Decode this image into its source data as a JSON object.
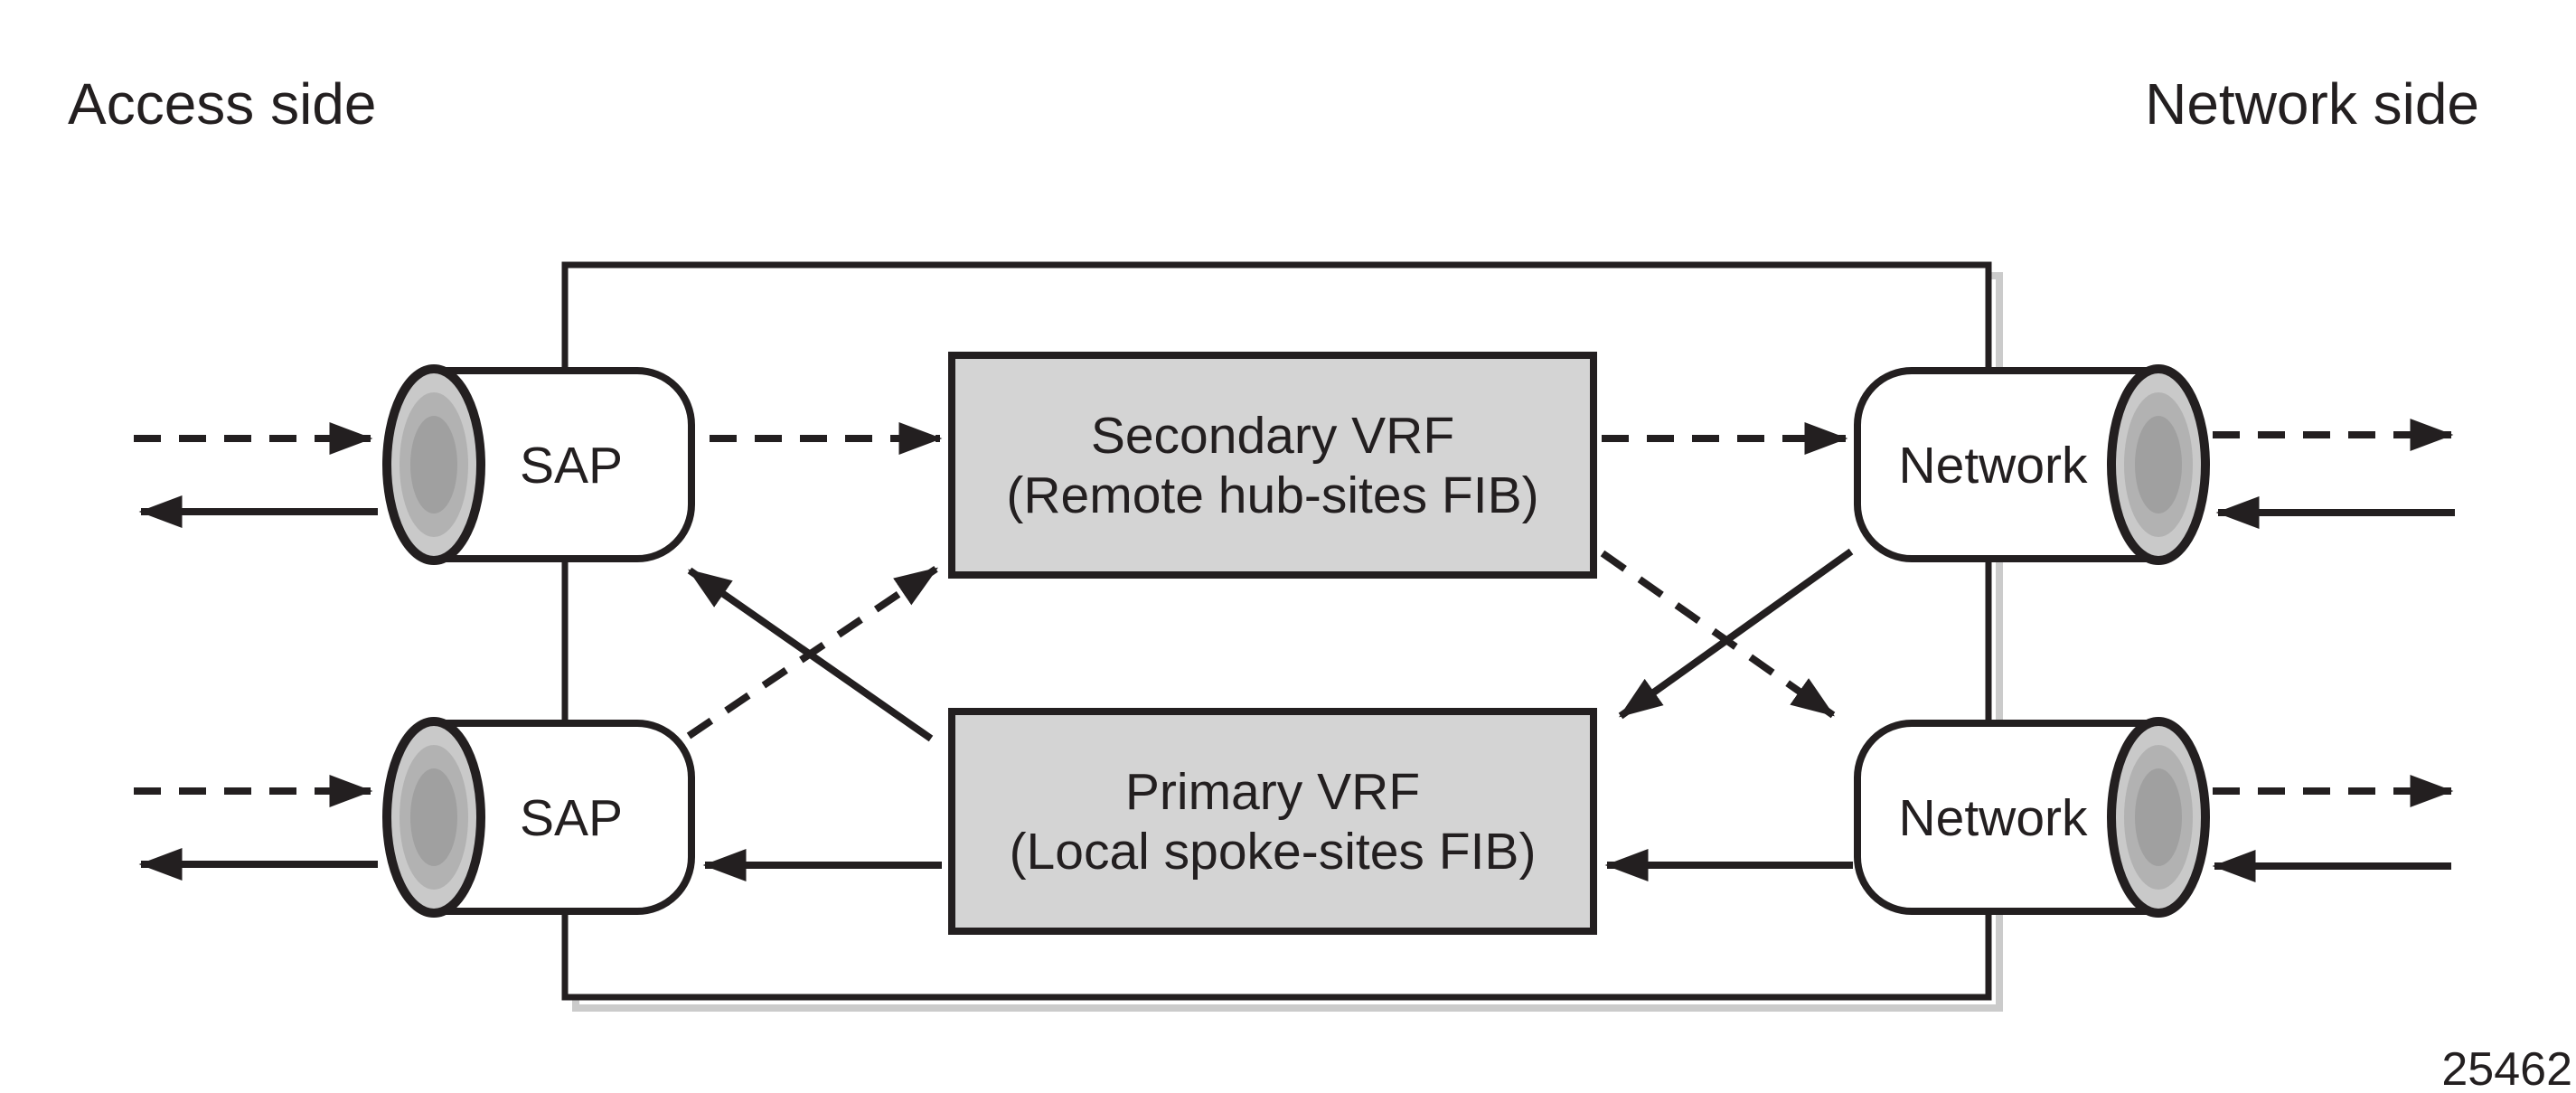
{
  "labels": {
    "access_side": "Access side",
    "network_side": "Network side",
    "figure_number": "25462"
  },
  "vrf_boxes": {
    "secondary": {
      "name": "Secondary VRF",
      "detail": "(Remote hub-sites FIB)"
    },
    "primary": {
      "name": "Primary VRF",
      "detail": "(Local spoke-sites FIB)"
    }
  },
  "ports": {
    "sap_top": {
      "label": "SAP"
    },
    "sap_bottom": {
      "label": "SAP"
    },
    "network_top": {
      "label": "Network"
    },
    "network_bottom": {
      "label": "Network"
    }
  },
  "colors": {
    "ink": "#231f20",
    "vrf_fill": "#d4d4d4",
    "shadow": "#cbcbcb",
    "port_fill": "#ffffff",
    "cap_ring_outer": "#c9c9c9",
    "cap_ring_mid": "#b2b2b2",
    "cap_ring_inner": "#a0a0a0"
  }
}
